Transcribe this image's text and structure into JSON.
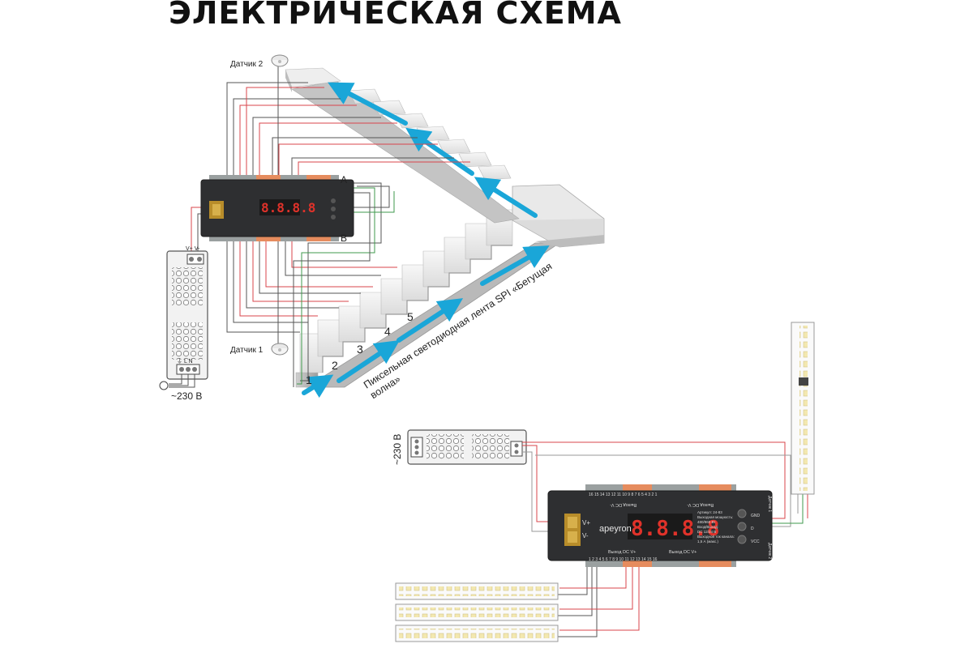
{
  "title": "ЭЛЕКТРИЧЕСКАЯ СХЕМА",
  "labels": {
    "sensor2": "Датчик 2",
    "sensor1": "Датчик 1",
    "port_a": "A",
    "port_b": "B",
    "mains_left": "~230 В",
    "mains_right": "~230 В",
    "strip_caption_line1": "Пиксельная светодиодная лента SPI «Бегущая",
    "strip_caption_line2": "волна»"
  },
  "step_numbers": [
    "1",
    "2",
    "3",
    "4",
    "5"
  ],
  "controller": {
    "brand": "apeyron",
    "display": "8.8.8.8",
    "vplus": "V+",
    "vminus": "V-",
    "out_top": "Выход DC V-",
    "out_bottom": "Выход DC V+",
    "side_labels": [
      "GND",
      "D",
      "VCC"
    ],
    "sensor1_side": "Датчик 1",
    "sensor2_side": "Датчик 2",
    "spec_lines": [
      "Артикул: 24-83",
      "Выходная мощность:",
      "480/960 Вт",
      "Вход/Выход:",
      "DC 12/24 В",
      "Выходной ток канала:",
      "1,5 А (макс.)"
    ],
    "pins_top": "16 15 14 13 12 11 10 9 8 7 6 5 4 3 2 1",
    "pins_bottom": "1 2 3 4 5 6 7 8 9 10 11 12 13 14 15 16"
  },
  "psu": {
    "terminals_out": "V+ V-",
    "terminals_in": "⏚ L N"
  },
  "colors": {
    "wire_red": "#d9454b",
    "wire_black": "#333333",
    "wire_green": "#3f9a4c",
    "arrow_blue": "#1aa6d8",
    "terminal_orange": "#e68c5e",
    "led_yellow": "#f1e7b4"
  }
}
